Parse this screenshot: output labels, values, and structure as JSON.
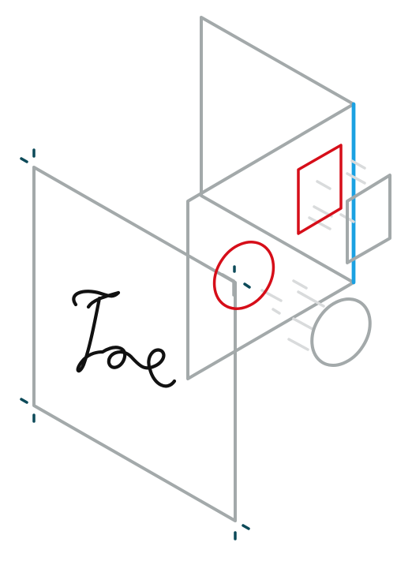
{
  "colors": {
    "panel_outline": "#a3a9aa",
    "cut_outline": "#d60e19",
    "edge_highlight": "#1ba1e2",
    "crop_marks": "#0c4a59",
    "signature_ink": "#111111",
    "motion_lines": "#d9dbdc",
    "background": "#ffffff"
  },
  "signature": {
    "text": "Joe"
  },
  "shapes": {
    "circle_cut": "circle",
    "square_cut": "square"
  }
}
